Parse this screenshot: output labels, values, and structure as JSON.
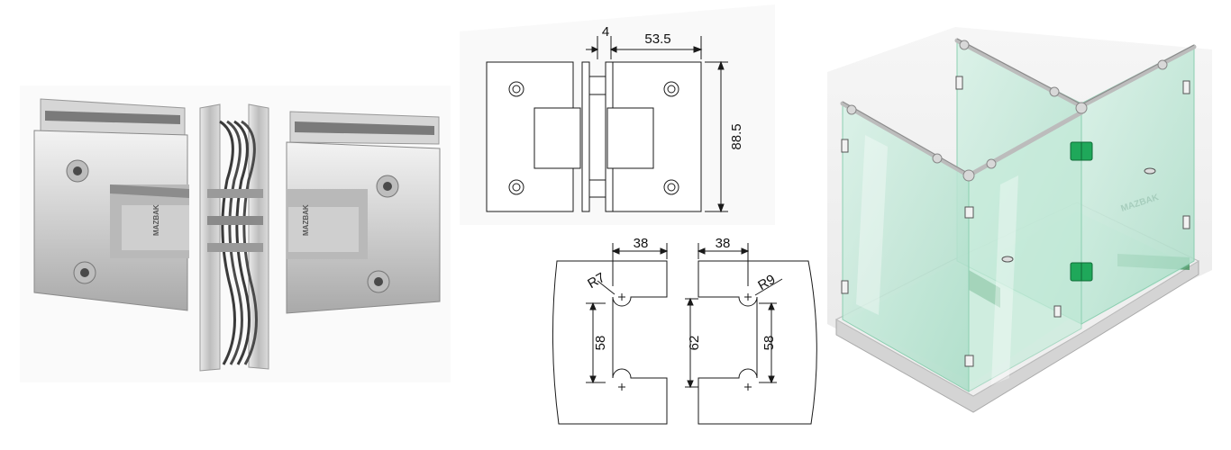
{
  "photo": {
    "brand_text": "MAZBAK"
  },
  "hinge_drawing": {
    "dim_gap": "4",
    "dim_width": "53.5",
    "dim_height": "88.5"
  },
  "glass_cutout": {
    "left_dim_top": "38",
    "left_radius": "R7",
    "left_dim_side": "58",
    "right_dim_top": "38",
    "right_radius": "R9",
    "right_dim_inner": "62",
    "right_dim_side": "58"
  },
  "shower_render": {
    "watermark": "MAZBAK"
  },
  "colors": {
    "line": "#1a1a1a",
    "steel_light": "#dedede",
    "steel_dark": "#8a8a8a",
    "glass": "#bfe8d6",
    "hinge_green": "#1fa85a"
  }
}
